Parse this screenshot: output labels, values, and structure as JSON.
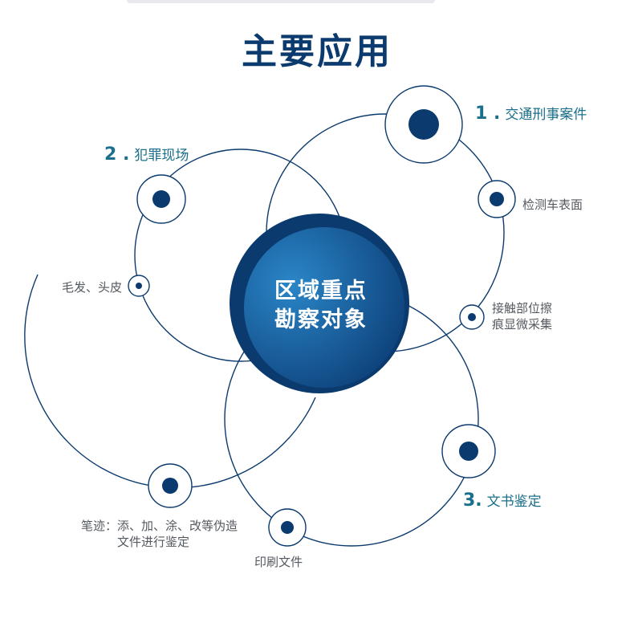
{
  "title": "主要应用",
  "center": {
    "line1": "区域重点",
    "line2": "勘察对象"
  },
  "major_items": [
    {
      "num": "1 .",
      "label": "交通刑事案件"
    },
    {
      "num": "2 .",
      "label": "犯罪现场"
    },
    {
      "num": "3.",
      "label": "文书鉴定"
    }
  ],
  "sub_items": {
    "vehicle_surface": "检测车表面",
    "contact_trace_line1": "接触部位擦",
    "contact_trace_line2": "痕显微采集",
    "hair_skin": "毛发、头皮",
    "handwriting_line1": "笔迹：添、加、涂、改等伪造",
    "handwriting_line2": "文件进行鉴定",
    "printed_docs": "印刷文件"
  },
  "colors": {
    "title": "#0b3a6e",
    "line": "#0b3a6e",
    "dot": "#0b3a6e",
    "major_label": "#1b6f8a",
    "minor_label": "#555a60",
    "center_outer": "#0b3a6e",
    "center_gradient_start": "#2a86c8",
    "center_gradient_end": "#0d3f78"
  }
}
